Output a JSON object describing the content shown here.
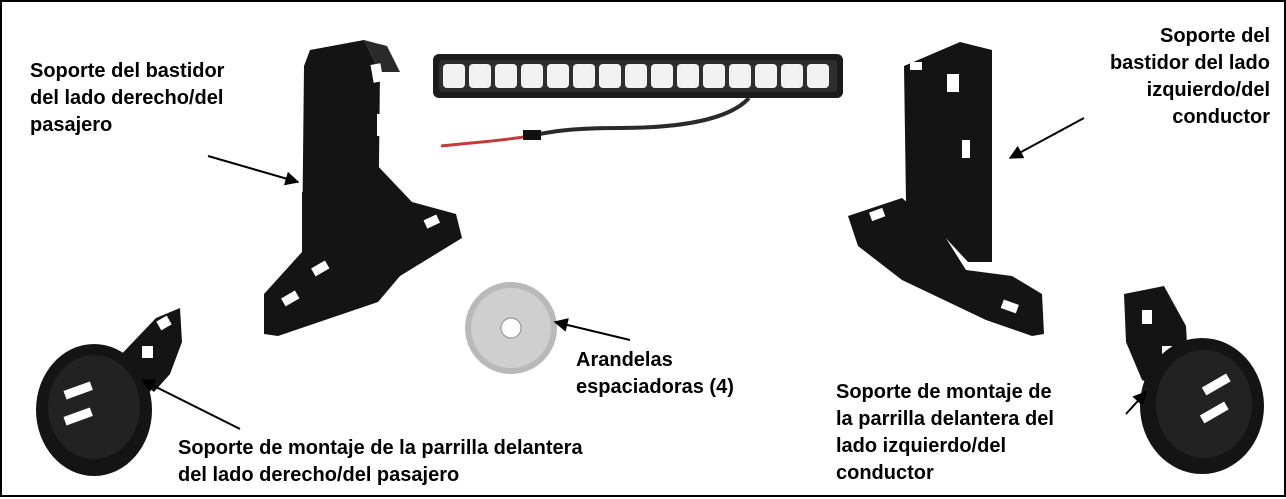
{
  "labels": {
    "right_frame_bracket": [
      "Soporte del bastidor",
      "del lado derecho/del",
      "pasajero"
    ],
    "left_frame_bracket": [
      "Soporte del",
      "bastidor del lado",
      "izquierdo/del",
      "conductor"
    ],
    "spacer_washers": [
      "Arandelas",
      "espaciadoras (4)"
    ],
    "right_grille_bracket": [
      "Soporte de montaje de la parrilla delantera",
      "del lado derecho/del pasajero"
    ],
    "left_grille_bracket": [
      "Soporte de montaje de",
      "la parrilla delantera del",
      "lado izquierdo/del",
      "conductor"
    ]
  },
  "colors": {
    "bracket": "#141414",
    "slot": "#ffffff",
    "washer": "#b9b9b9",
    "light_bar_housing": "#1b1b1b",
    "led": "#f2f2f2",
    "wire": "#2a2a2a",
    "wire_accent": "#c83a3a"
  }
}
